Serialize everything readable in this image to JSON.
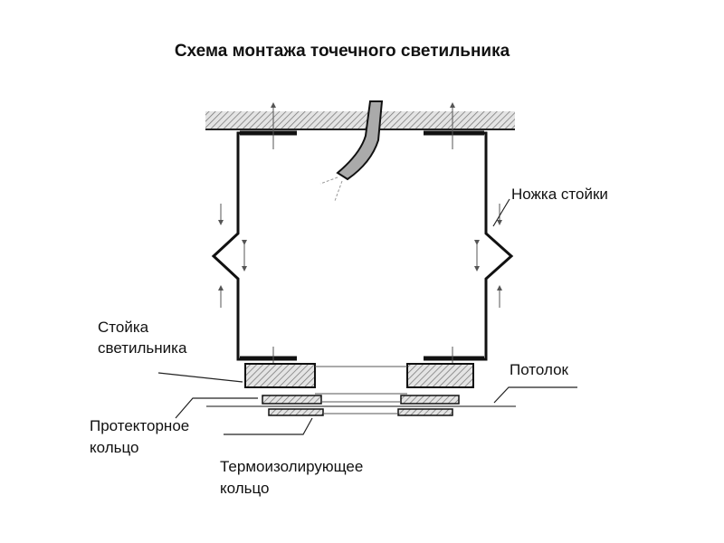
{
  "title": "Схема монтажа точечного светильника",
  "labels": {
    "leg": "Ножка стойки",
    "stand_line1": "Стойка",
    "stand_line2": "светильника",
    "ceiling": "Потолок",
    "protector_line1": "Протекторное",
    "protector_line2": "кольцо",
    "thermo_line1": "Термоизолирующее",
    "thermo_line2": "кольцо"
  }
}
